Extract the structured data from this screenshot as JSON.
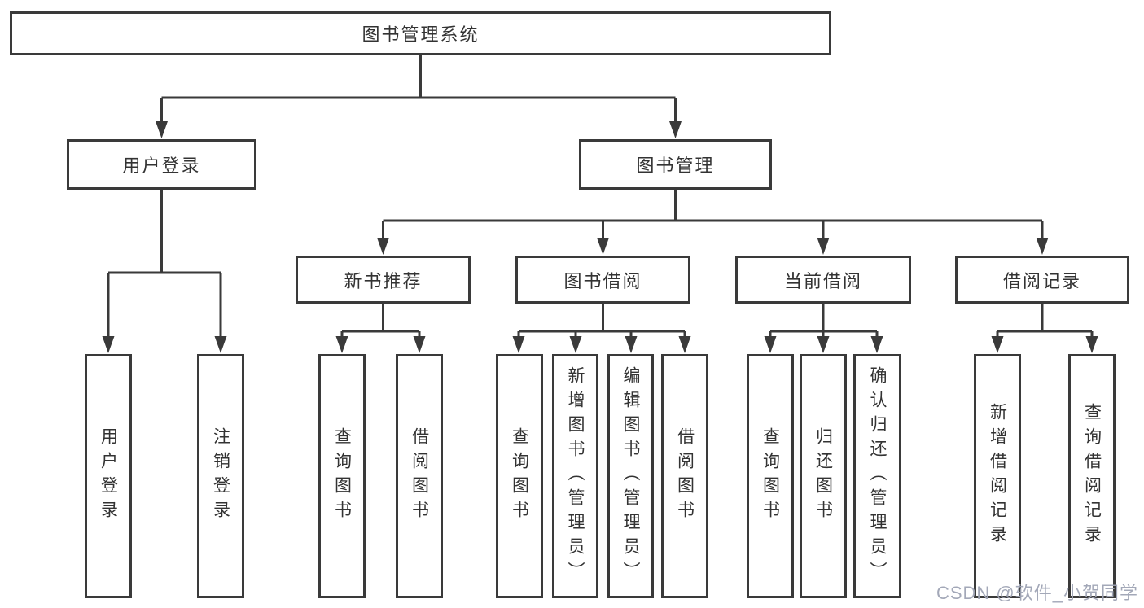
{
  "diagram": {
    "type": "hierarchy-tree",
    "colors": {
      "line": "#3a3a3a",
      "border": "#3a3a3a",
      "text": "#333333",
      "background": "#ffffff",
      "watermark": "#9ea3b4"
    },
    "nodes": {
      "root": "图书管理系统",
      "user_login": "用户登录",
      "book_management": "图书管理",
      "new_book_recommend": "新书推荐",
      "book_borrowing": "图书借阅",
      "current_borrowing": "当前借阅",
      "borrowing_records": "借阅记录",
      "leaf_user_login": "用户登录",
      "leaf_logout": "注销登录",
      "leaf_query_books_1": "查询图书",
      "leaf_borrow_books_1": "借阅图书",
      "leaf_query_books_2": "查询图书",
      "leaf_add_books_admin": "新增图书（管理员）",
      "leaf_edit_books_admin": "编辑图书（管理员）",
      "leaf_borrow_books_2": "借阅图书",
      "leaf_query_books_3": "查询图书",
      "leaf_return_books": "归还图书",
      "leaf_confirm_return_admin": "确认归还（管理员）",
      "leaf_add_borrow_record": "新增借阅记录",
      "leaf_query_borrow_record": "查询借阅记录"
    },
    "edges": [
      "图书管理系统 -> 用户登录",
      "图书管理系统 -> 图书管理",
      "用户登录 -> 用户登录(叶), 注销登录",
      "图书管理 -> 新书推荐, 图书借阅, 当前借阅, 借阅记录",
      "新书推荐 -> 查询图书, 借阅图书",
      "图书借阅 -> 查询图书, 新增图书（管理员）, 编辑图书（管理员）, 借阅图书",
      "当前借阅 -> 查询图书, 归还图书, 确认归还（管理员）",
      "借阅记录 -> 新增借阅记录, 查询借阅记录"
    ],
    "watermark": "CSDN @软件_小贺同学"
  }
}
